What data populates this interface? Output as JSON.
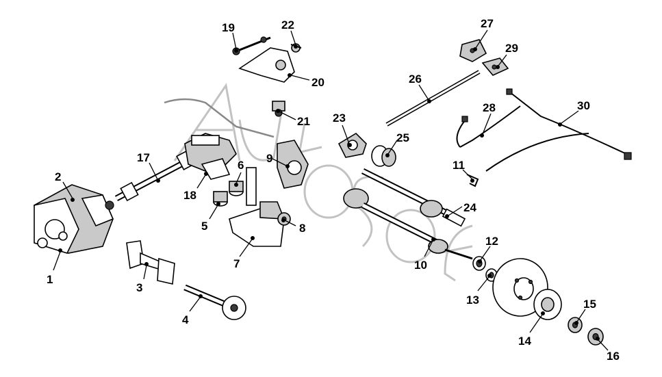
{
  "callouts": [
    {
      "id": "1",
      "label": "1"
    },
    {
      "id": "2",
      "label": "2"
    },
    {
      "id": "3",
      "label": "3"
    },
    {
      "id": "4",
      "label": "4"
    },
    {
      "id": "5",
      "label": "5"
    },
    {
      "id": "6",
      "label": "6"
    },
    {
      "id": "7",
      "label": "7"
    },
    {
      "id": "8",
      "label": "8"
    },
    {
      "id": "9",
      "label": "9"
    },
    {
      "id": "10",
      "label": "10"
    },
    {
      "id": "11",
      "label": "11"
    },
    {
      "id": "12",
      "label": "12"
    },
    {
      "id": "13",
      "label": "13"
    },
    {
      "id": "14",
      "label": "14"
    },
    {
      "id": "15",
      "label": "15"
    },
    {
      "id": "16",
      "label": "16"
    },
    {
      "id": "17",
      "label": "17"
    },
    {
      "id": "18",
      "label": "18"
    },
    {
      "id": "19",
      "label": "19"
    },
    {
      "id": "20",
      "label": "20"
    },
    {
      "id": "21",
      "label": "21"
    },
    {
      "id": "22",
      "label": "22"
    },
    {
      "id": "23",
      "label": "23"
    },
    {
      "id": "24",
      "label": "24"
    },
    {
      "id": "25",
      "label": "25"
    },
    {
      "id": "26",
      "label": "26"
    },
    {
      "id": "27",
      "label": "27"
    },
    {
      "id": "28",
      "label": "28"
    },
    {
      "id": "29",
      "label": "29"
    },
    {
      "id": "30",
      "label": "30"
    }
  ],
  "watermark": {
    "text": "Autosoft"
  }
}
